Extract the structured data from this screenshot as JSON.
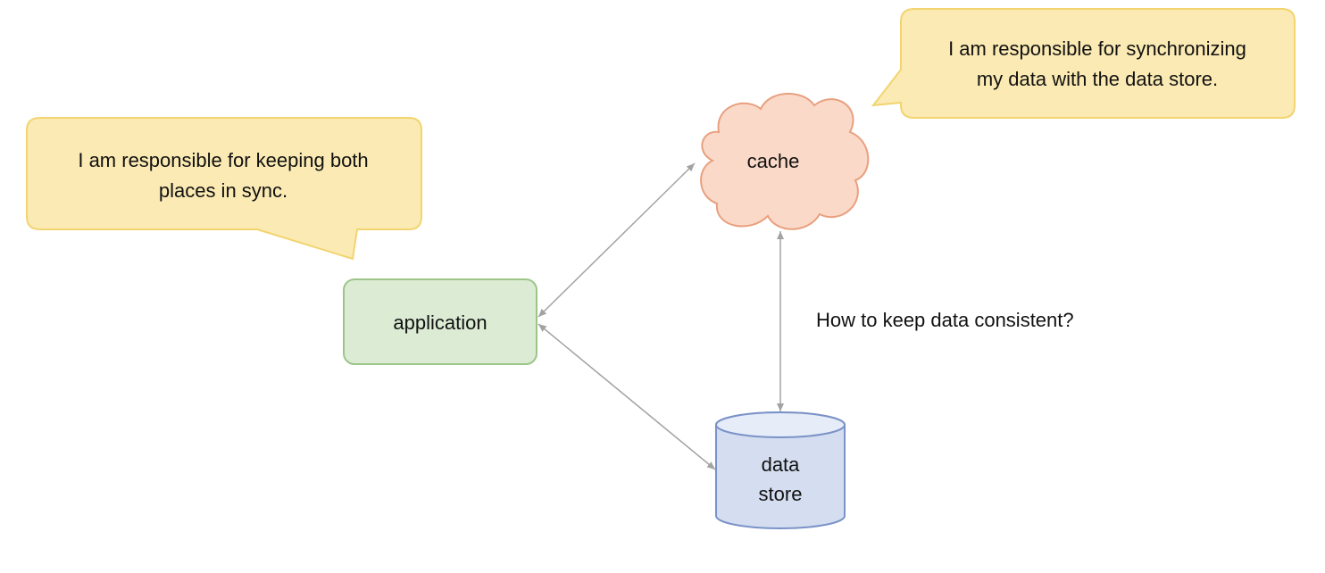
{
  "nodes": {
    "application": {
      "label": "application",
      "fill": "#dcecd4",
      "stroke": "#9cc58a"
    },
    "cache": {
      "label": "cache",
      "fill": "#fbd9c9",
      "stroke": "#e8a07f"
    },
    "data_store": {
      "label_lines": [
        "data",
        "store"
      ],
      "fill": "#d5def1",
      "stroke": "#7a92c7"
    }
  },
  "callouts": {
    "left": {
      "lines": [
        "I am responsible for keeping both",
        "places in sync."
      ],
      "fill": "#fbeab3",
      "stroke": "#f2d470"
    },
    "right": {
      "lines": [
        "I am responsible for synchronizing",
        "my data with the data store."
      ],
      "fill": "#fbeab3",
      "stroke": "#f2d470"
    }
  },
  "question": {
    "text": "How to keep data consistent?"
  },
  "connector_color": "#a3a3a3"
}
